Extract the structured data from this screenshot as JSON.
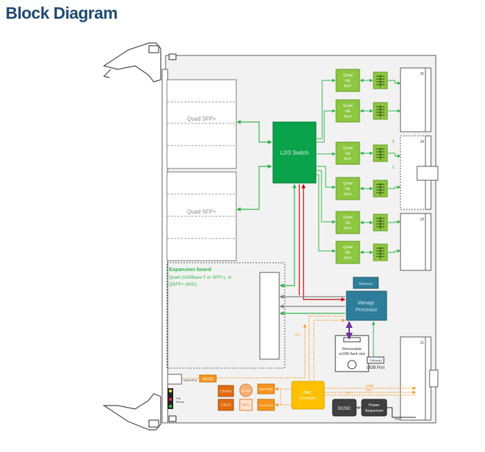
{
  "title": "Block Diagram",
  "sfp_label": "Quad SFP+",
  "switch_label": "L2/3 Switch",
  "phy_lines": [
    "Quad",
    "GE",
    "PHY"
  ],
  "expansion": {
    "heading": "Expansion board",
    "line1": "Quad (10GBase-T or  SFP+), or",
    "line2": "QSFP+ (40G)"
  },
  "memory_label": "Memory",
  "processor_lines": [
    "Managt.",
    "Processor"
  ],
  "flash_lines": [
    "Removable",
    "eUSB flash slot"
  ],
  "ooob_port": "OOB Port",
  "onboard": "Onboard",
  "connectors": [
    "J5",
    "J4",
    "J3",
    "J1"
  ],
  "j4_port_nums": [
    "3",
    "1"
  ],
  "front_leds": [
    "Eth/LP/Fdr",
    "Fail",
    "Ready"
  ],
  "rs232": "RS232",
  "small_blocks": {
    "clocks": "Clocks",
    "cpld": "CPLD",
    "sensors": "Sensors",
    "rtc": "RTC",
    "eeprom": "EEPROM",
    "fru": "Fault Serial",
    "bmc": [
      "BMC",
      "Controller"
    ],
    "dcdc": "DC/DC",
    "power": [
      "Power",
      "Sequencer"
    ]
  },
  "bus_labels": {
    "i2c_a": "I2C",
    "i2c_b": "I2C",
    "ipmb": "IPMB",
    "stat": "Stat",
    "power": "Pwr",
    "ipmi_b": "IPMB-0"
  },
  "colors": {
    "green": "#2db34a",
    "dark_green": "#0aa24a",
    "lime": "#8dc63f",
    "teal": "#2e7d9a",
    "orange": "#f7941d",
    "purple": "#7030a0",
    "red": "#c00000",
    "gray": "#808080"
  }
}
